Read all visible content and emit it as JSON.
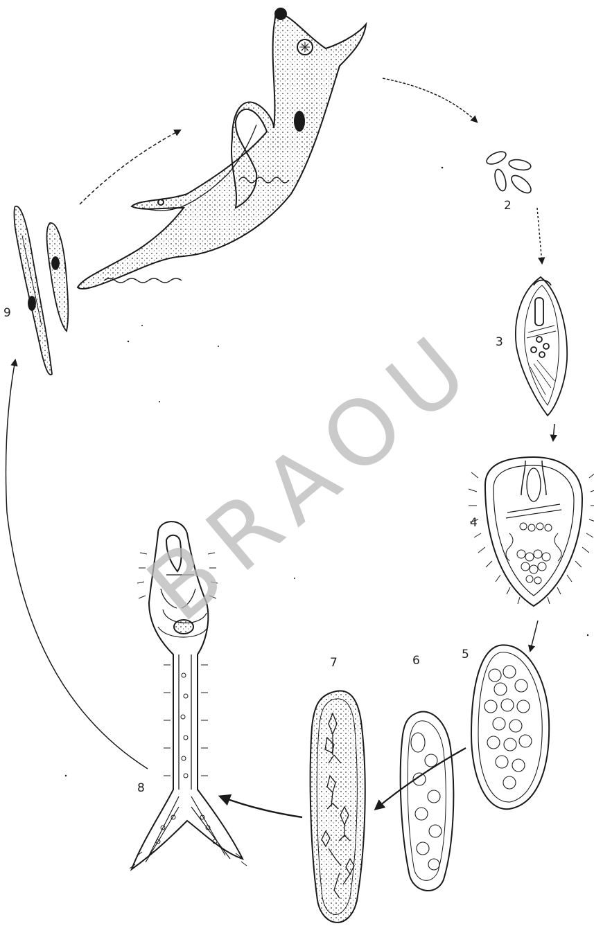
{
  "diagram": {
    "stage_labels": [
      "2",
      "3",
      "4",
      "5",
      "6",
      "7",
      "8",
      "9"
    ],
    "watermark": "BRAOU",
    "ink_color": "#1a1a1a",
    "watermark_color": "#b8b8b8"
  }
}
